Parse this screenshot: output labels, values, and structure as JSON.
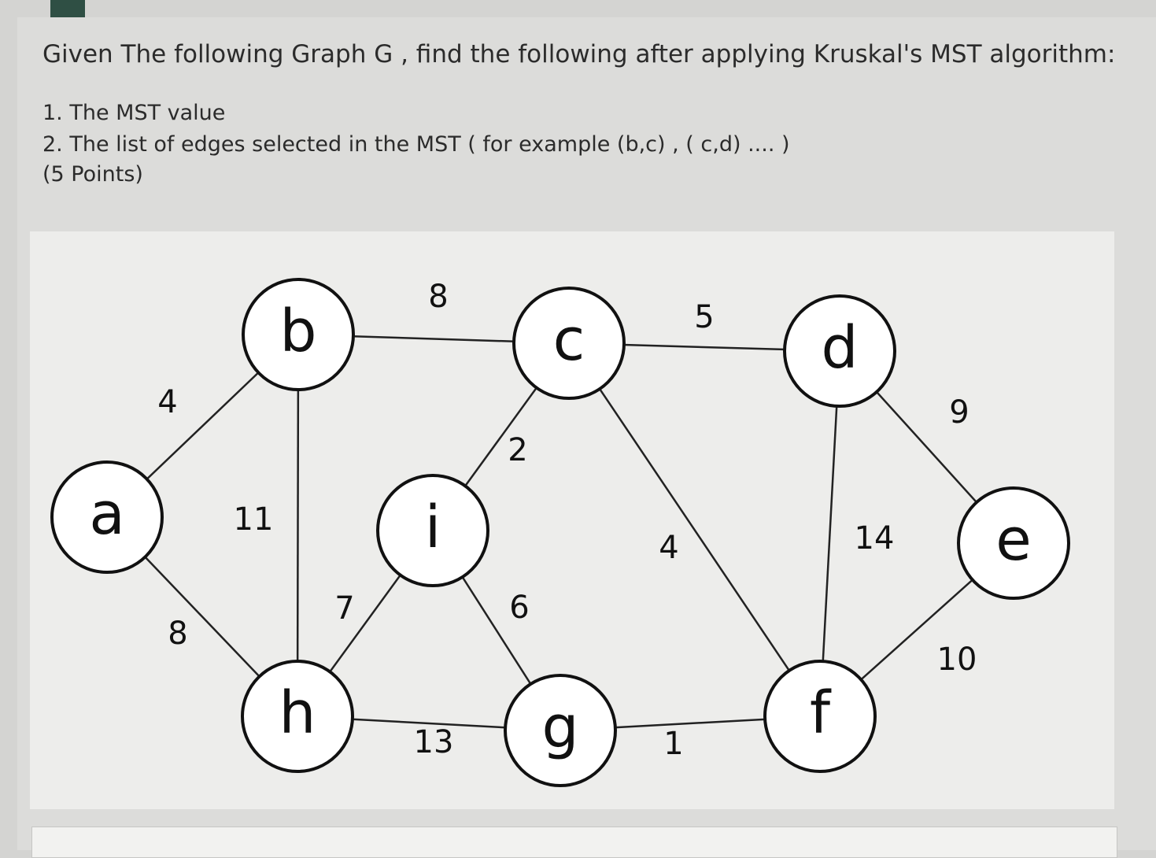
{
  "question": {
    "prompt": "Given The following Graph G , find the following after applying Kruskal's MST algorithm:",
    "items": [
      "1. The MST value",
      "2. The list of edges selected in the MST ( for example (b,c) , ( c,d) .... )"
    ],
    "points": "(5 Points)"
  },
  "graph": {
    "nodes": [
      "a",
      "b",
      "c",
      "d",
      "e",
      "f",
      "g",
      "h",
      "i"
    ],
    "edges": [
      {
        "from": "a",
        "to": "b",
        "weight": "4"
      },
      {
        "from": "a",
        "to": "h",
        "weight": "8"
      },
      {
        "from": "b",
        "to": "c",
        "weight": "8"
      },
      {
        "from": "b",
        "to": "h",
        "weight": "11"
      },
      {
        "from": "c",
        "to": "d",
        "weight": "5"
      },
      {
        "from": "c",
        "to": "i",
        "weight": "2"
      },
      {
        "from": "c",
        "to": "f",
        "weight": "4"
      },
      {
        "from": "d",
        "to": "e",
        "weight": "9"
      },
      {
        "from": "d",
        "to": "f",
        "weight": "14"
      },
      {
        "from": "e",
        "to": "f",
        "weight": "10"
      },
      {
        "from": "h",
        "to": "i",
        "weight": "7"
      },
      {
        "from": "i",
        "to": "g",
        "weight": "6"
      },
      {
        "from": "h",
        "to": "g",
        "weight": "13"
      },
      {
        "from": "g",
        "to": "f",
        "weight": "1"
      }
    ]
  }
}
